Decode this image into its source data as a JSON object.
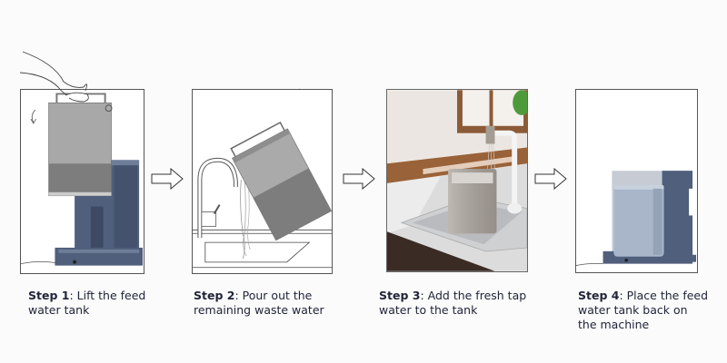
{
  "steps": [
    {
      "label": "Step 1",
      "separator": ": ",
      "text_line1": "Lift the feed",
      "text_line2": "water tank",
      "text_line3": "",
      "illustration": "hand-lifting-tank-from-machine"
    },
    {
      "label": "Step 2",
      "separator": ": ",
      "text_line1": "Pour out the",
      "text_line2": "remaining waste water",
      "text_line3": "",
      "illustration": "pouring-water-into-sink"
    },
    {
      "label": "Step 3",
      "separator": ": ",
      "text_line1": "Add the fresh tap",
      "text_line2": "water to the tank",
      "text_line3": "",
      "illustration": "filling-tank-under-faucet"
    },
    {
      "label": "Step 4",
      "separator": ": ",
      "text_line1": "Place the feed",
      "text_line2": "water tank back on",
      "text_line3": "the machine",
      "illustration": "tank-placed-on-machine"
    }
  ],
  "arrows": [
    "right-arrow-icon",
    "right-arrow-icon",
    "right-arrow-icon"
  ],
  "colors": {
    "machine_blue": "#4f5f7c",
    "tank_gray": "#9c9c9c",
    "tank_dark": "#767676",
    "frame_border": "#555555",
    "text": "#22253a",
    "wood": "#8b5a36",
    "tank_blue": "#a9b6c9"
  }
}
